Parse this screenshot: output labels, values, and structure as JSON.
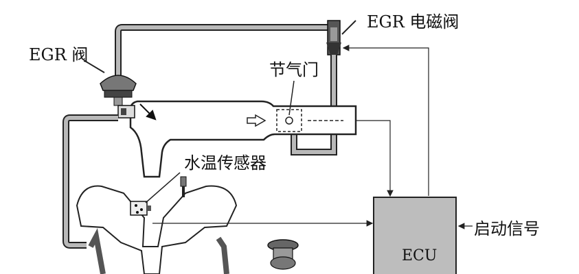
{
  "labels": {
    "egr_solenoid": "EGR 电磁阀",
    "egr_valve": "EGR 阀",
    "throttle": "节气门",
    "coolant_sensor": "水温传感器",
    "start_signal": "启动信号",
    "ecu": "ECU"
  },
  "colors": {
    "pipe_fill": "#b9b9b9",
    "pipe_stroke": "#222222",
    "ecu_fill": "#bdbdbd",
    "line": "#222222"
  }
}
